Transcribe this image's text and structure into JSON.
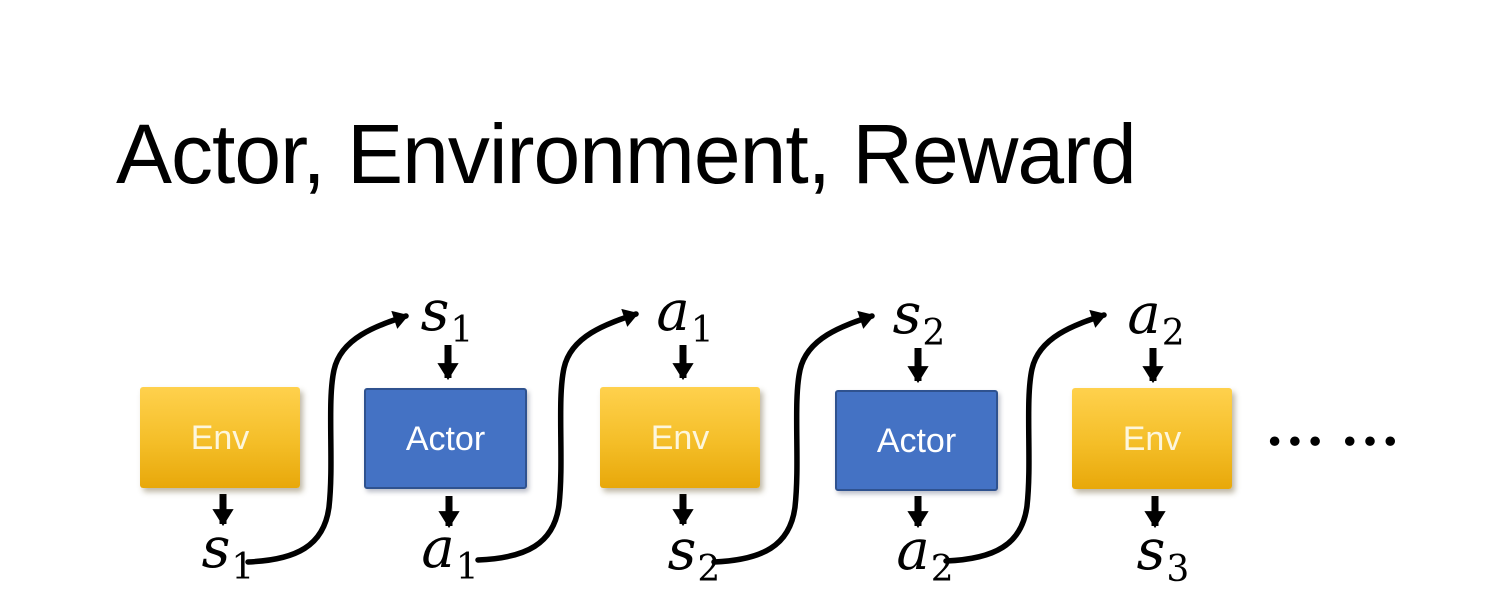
{
  "title": "Actor, Environment, Reward",
  "diagram": {
    "boxes": [
      {
        "label": "Env"
      },
      {
        "label": "Actor"
      },
      {
        "label": "Env"
      },
      {
        "label": "Actor"
      },
      {
        "label": "Env"
      }
    ],
    "top_labels": [
      {
        "base": "s",
        "sub": "1"
      },
      {
        "base": "a",
        "sub": "1"
      },
      {
        "base": "s",
        "sub": "2"
      },
      {
        "base": "a",
        "sub": "2"
      }
    ],
    "bottom_labels": [
      {
        "base": "s",
        "sub": "1"
      },
      {
        "base": "a",
        "sub": "1"
      },
      {
        "base": "s",
        "sub": "2"
      },
      {
        "base": "a",
        "sub": "2"
      },
      {
        "base": "s",
        "sub": "3"
      }
    ],
    "ellipsis": "••• •••"
  },
  "colors": {
    "env_top": "#FFD14D",
    "env_mid": "#F4BE28",
    "env_bottom": "#E8A80A",
    "actor_fill": "#4472C4",
    "actor_border": "#2F528F",
    "box_text_env": "#FDF6DC",
    "box_text_actor": "#FFFFFF",
    "arrow": "#000000",
    "title_color": "#000000",
    "background": "#FFFFFF"
  }
}
